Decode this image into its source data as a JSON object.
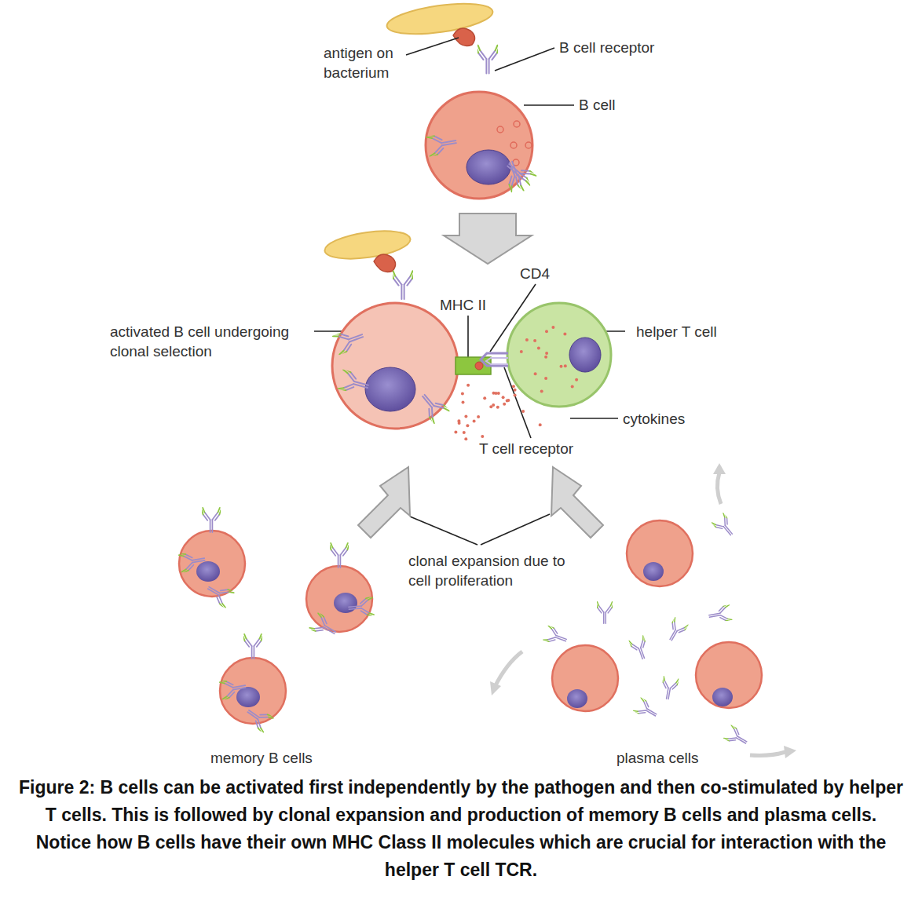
{
  "diagram": {
    "caption": "Figure 2: B cells can be activated first independently by the pathogen and then co-stimulated by helper T cells. This is followed by clonal expansion and production of memory B cells and plasma cells. Notice how B cells have their own MHC Class II molecules which are crucial for interaction with the helper T cell TCR.",
    "labels": [
      "antigen on bacterium",
      "B cell receptor",
      "B cell",
      "CD4",
      "MHC II",
      "activated B cell undergoing clonal selection",
      "helper T cell",
      "cytokines",
      "T cell receptor",
      "clonal expansion due to cell proliferation",
      "memory B cells",
      "plasma cells"
    ]
  }
}
